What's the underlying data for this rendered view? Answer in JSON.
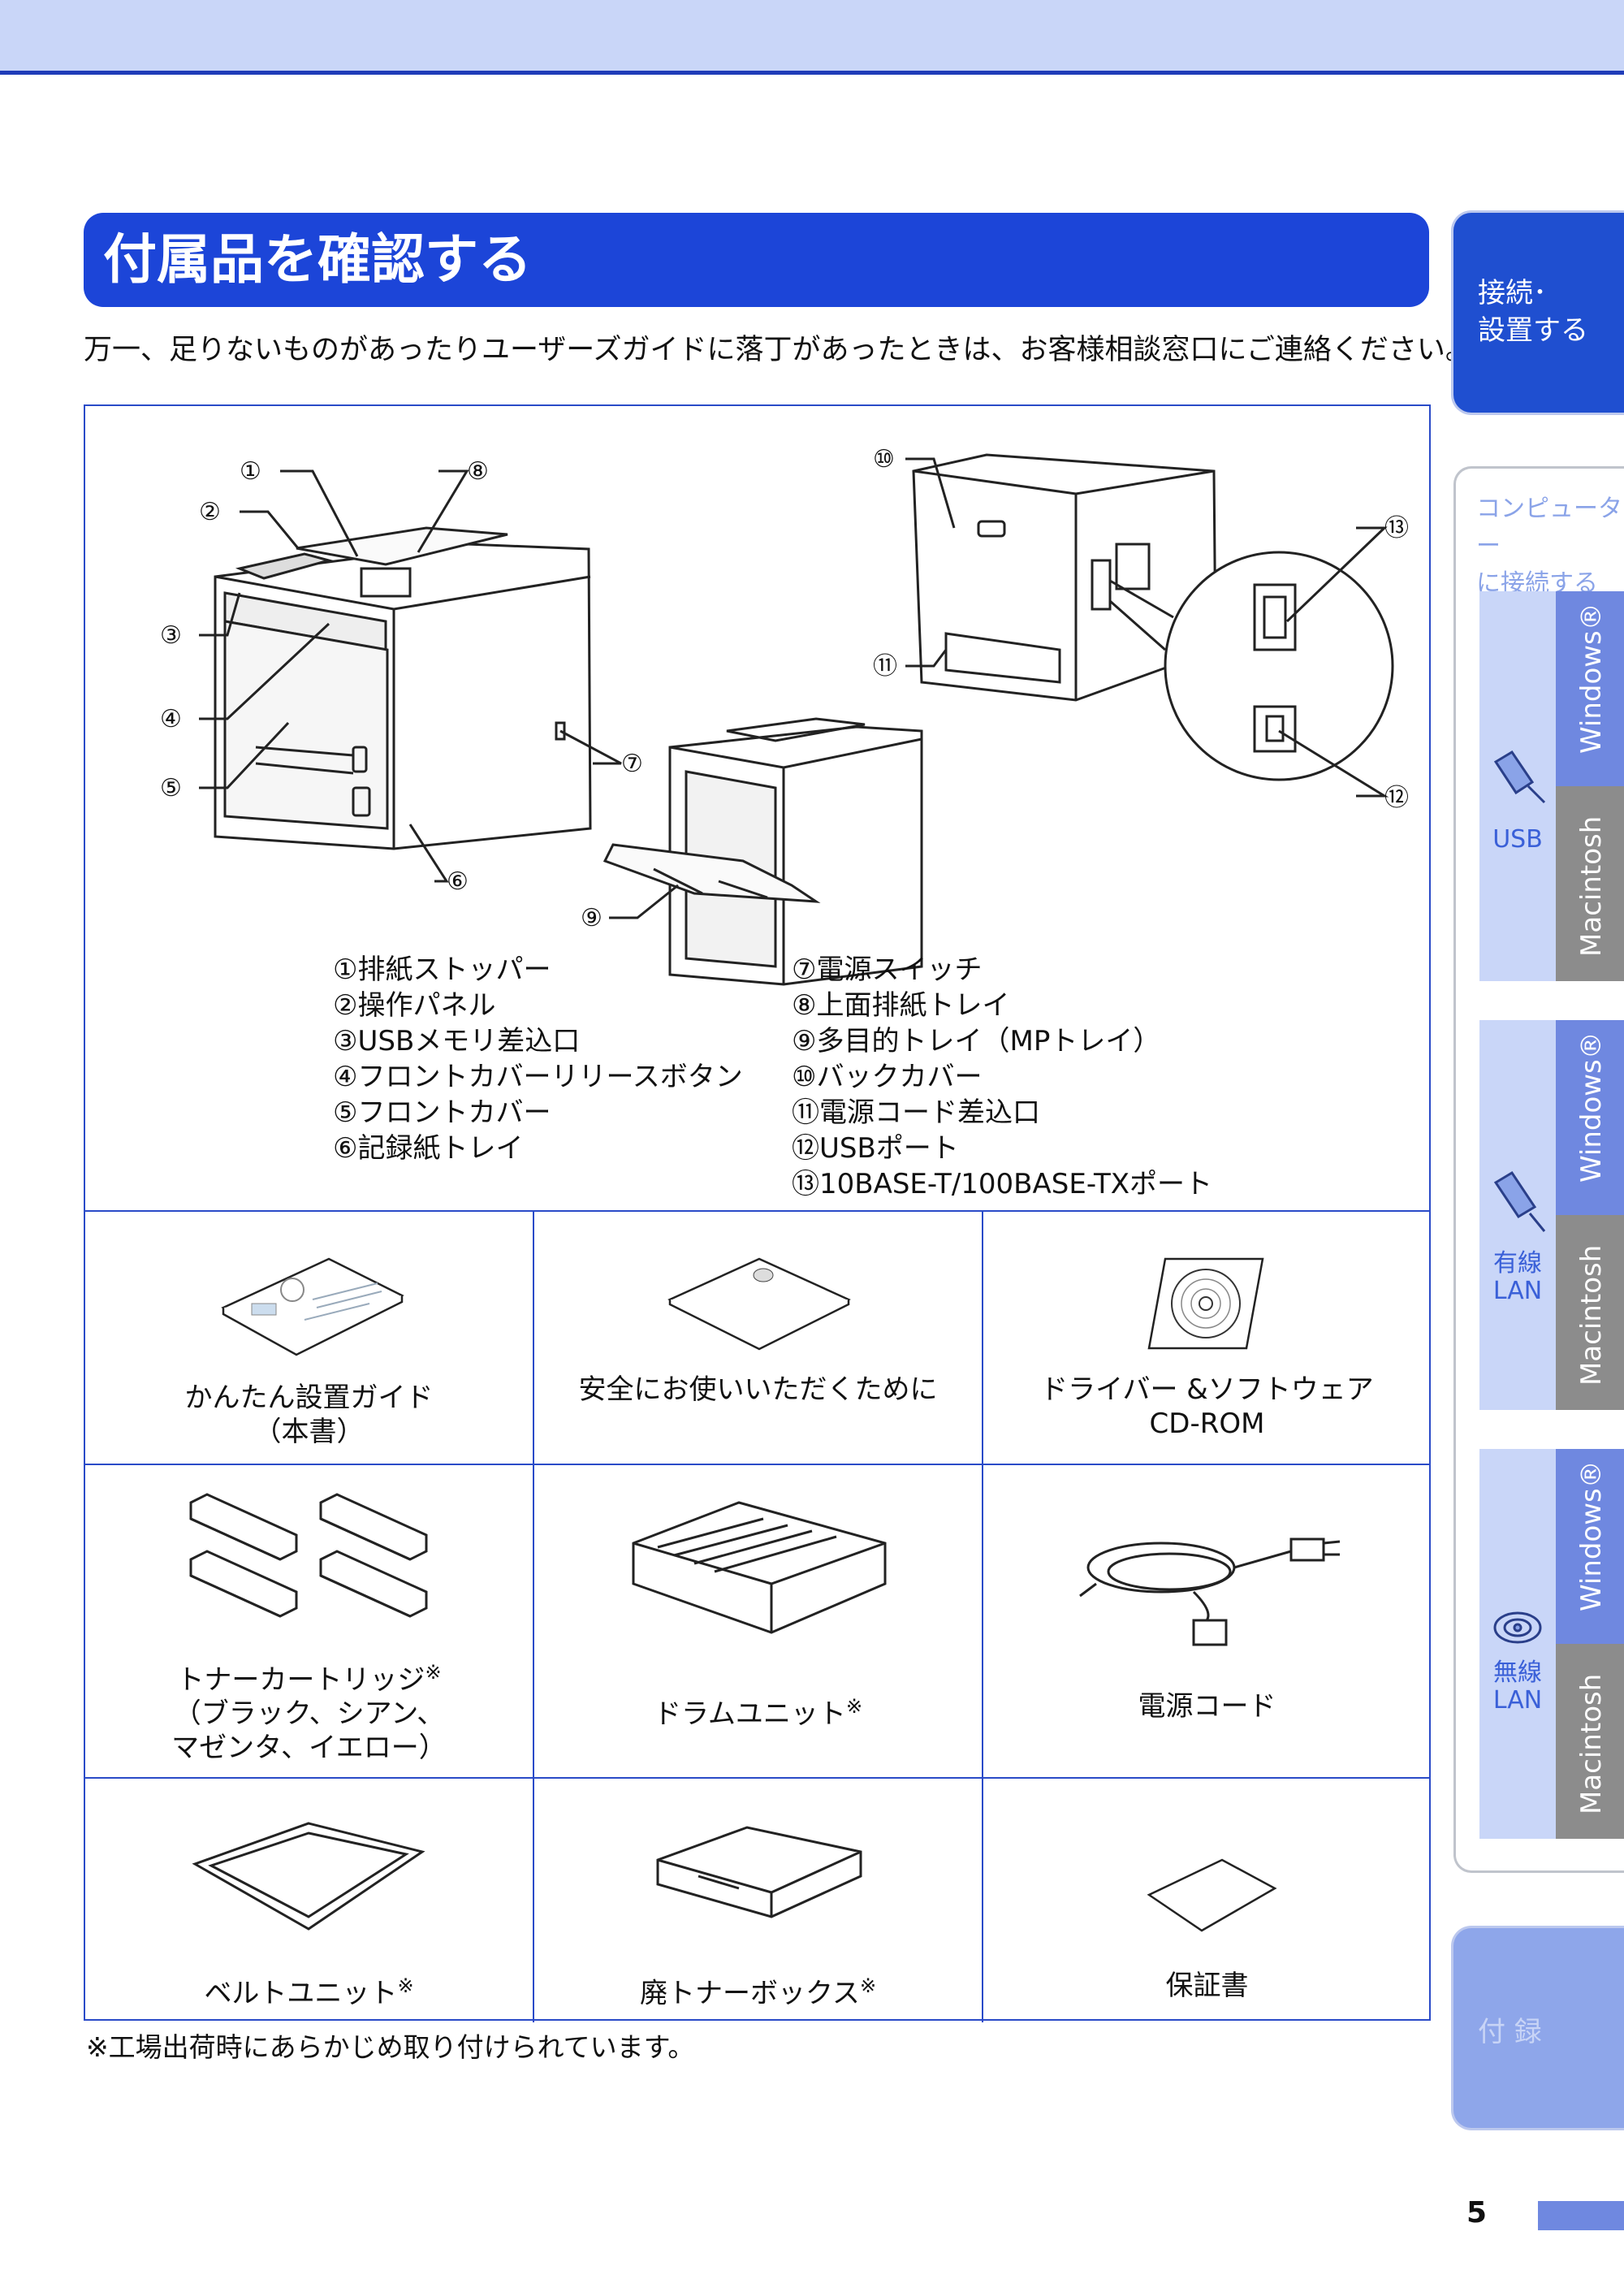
{
  "heading": "付属品を確認する",
  "lead": "万一、足りないものがあったりユーザーズガイドに落丁があったときは、お客様相談窓口にご連絡ください。",
  "callouts": [
    "①",
    "②",
    "③",
    "④",
    "⑤",
    "⑥",
    "⑦",
    "⑧",
    "⑨",
    "⑩",
    "⑪",
    "⑫",
    "⑬"
  ],
  "parts_left": [
    "①排紙ストッパー",
    "②操作パネル",
    "③USBメモリ差込口",
    "④フロントカバーリリースボタン",
    "⑤フロントカバー",
    "⑥記録紙トレイ"
  ],
  "parts_right": [
    "⑦電源スイッチ",
    "⑧上面排紙トレイ",
    "⑨多目的トレイ（MPトレイ）",
    "⑩バックカバー",
    "⑪電源コード差込口",
    "⑫USBポート",
    "⑬10BASE-T/100BASE-TXポート"
  ],
  "items": {
    "guide": {
      "line1": "かんたん設置ガイド",
      "line2": "（本書）"
    },
    "safety": {
      "line1": "安全にお使いいただくために"
    },
    "cdrom": {
      "line1": "ドライバー &ソフトウェア",
      "line2": "CD-ROM"
    },
    "toner": {
      "line1": "トナーカートリッジ",
      "mark": "※",
      "line2": "（ブラック、シアン、",
      "line3": "マゼンタ、イエロー）"
    },
    "drum": {
      "line1": "ドラムユニット",
      "mark": "※"
    },
    "cord": {
      "line1": "電源コード"
    },
    "belt": {
      "line1": "ベルトユニット",
      "mark": "※"
    },
    "waste": {
      "line1": "廃トナーボックス",
      "mark": "※"
    },
    "warranty": {
      "line1": "保証書"
    }
  },
  "footnote": "※工場出荷時にあらかじめ取り付けられています。",
  "sidebar": {
    "main_line1": "接続･",
    "main_line2": "設置する",
    "caption_line1": "コンピューター",
    "caption_line2": "に接続する",
    "usb": {
      "label": "USB",
      "windows": "Windows®",
      "mac": "Macintosh"
    },
    "wired": {
      "label1": "有線",
      "label2": "LAN",
      "windows": "Windows®",
      "mac": "Macintosh"
    },
    "wireless": {
      "label1": "無線",
      "label2": "LAN",
      "windows": "Windows®",
      "mac": "Macintosh"
    },
    "appendix": "付 録"
  },
  "page_number": "5"
}
